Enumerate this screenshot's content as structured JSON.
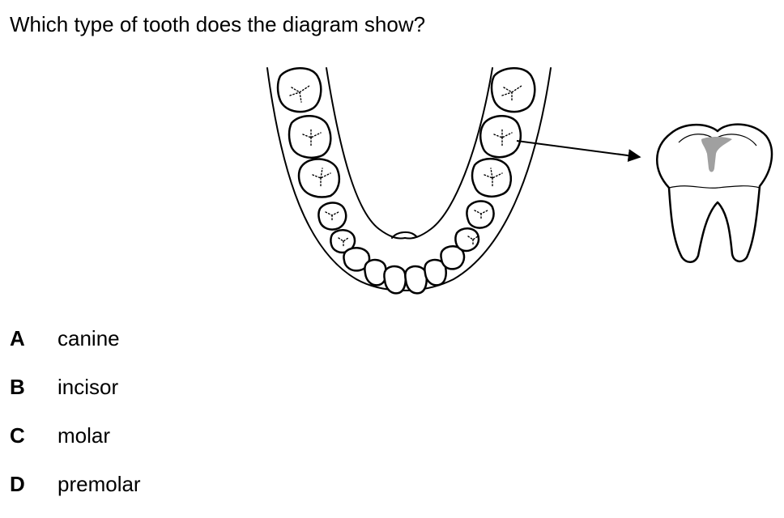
{
  "question": {
    "text": "Which type of tooth does the diagram show?"
  },
  "diagram": {
    "jaw": {
      "illustration": "lower-jaw-arch-top-view",
      "highlighted_tooth": "right-side-second-back-tooth"
    },
    "detail": {
      "illustration": "single-tooth-side-view-two-roots"
    },
    "colors": {
      "line": "#000000",
      "pulp": "#a0a0a0",
      "fill": "#ffffff"
    }
  },
  "options": [
    {
      "letter": "A",
      "text": "canine"
    },
    {
      "letter": "B",
      "text": "incisor"
    },
    {
      "letter": "C",
      "text": "molar"
    },
    {
      "letter": "D",
      "text": "premolar"
    }
  ]
}
